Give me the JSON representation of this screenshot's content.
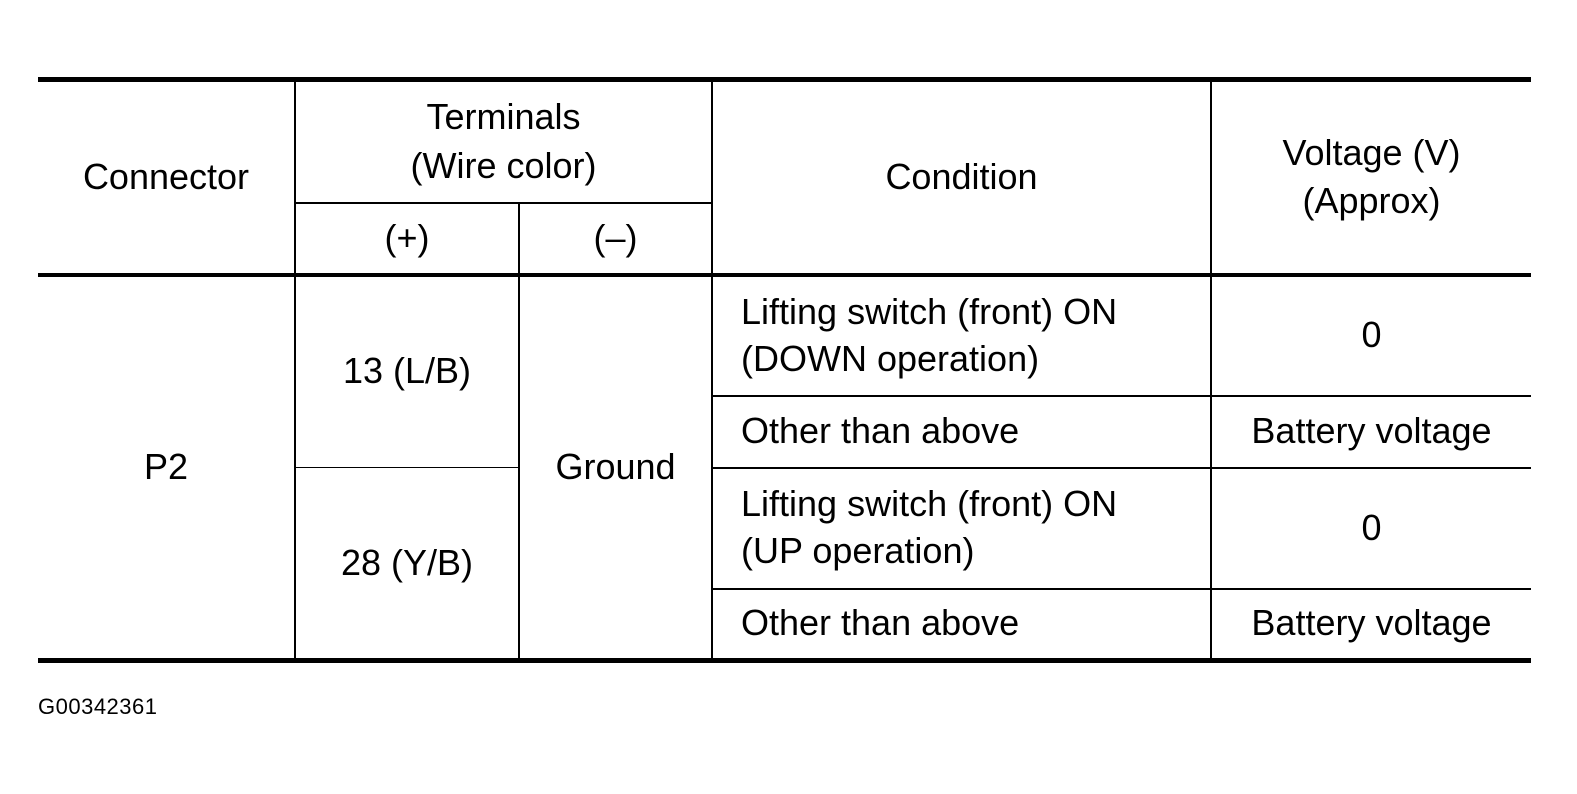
{
  "table": {
    "headers": {
      "connector": "Connector",
      "terminals": "Terminals\n(Wire color)",
      "plus": "(+)",
      "minus": "(–)",
      "condition": "Condition",
      "voltage": "Voltage (V)\n(Approx)"
    },
    "connector": "P2",
    "ground": "Ground",
    "terminals": [
      "13 (L/B)",
      "28 (Y/B)"
    ],
    "rows": [
      {
        "condition": "Lifting switch (front) ON\n(DOWN operation)",
        "voltage": "0"
      },
      {
        "condition": "Other than above",
        "voltage": "Battery voltage"
      },
      {
        "condition": "Lifting switch (front) ON\n(UP operation)",
        "voltage": "0"
      },
      {
        "condition": "Other than above",
        "voltage": "Battery voltage"
      }
    ]
  },
  "figure_code": "G00342361"
}
